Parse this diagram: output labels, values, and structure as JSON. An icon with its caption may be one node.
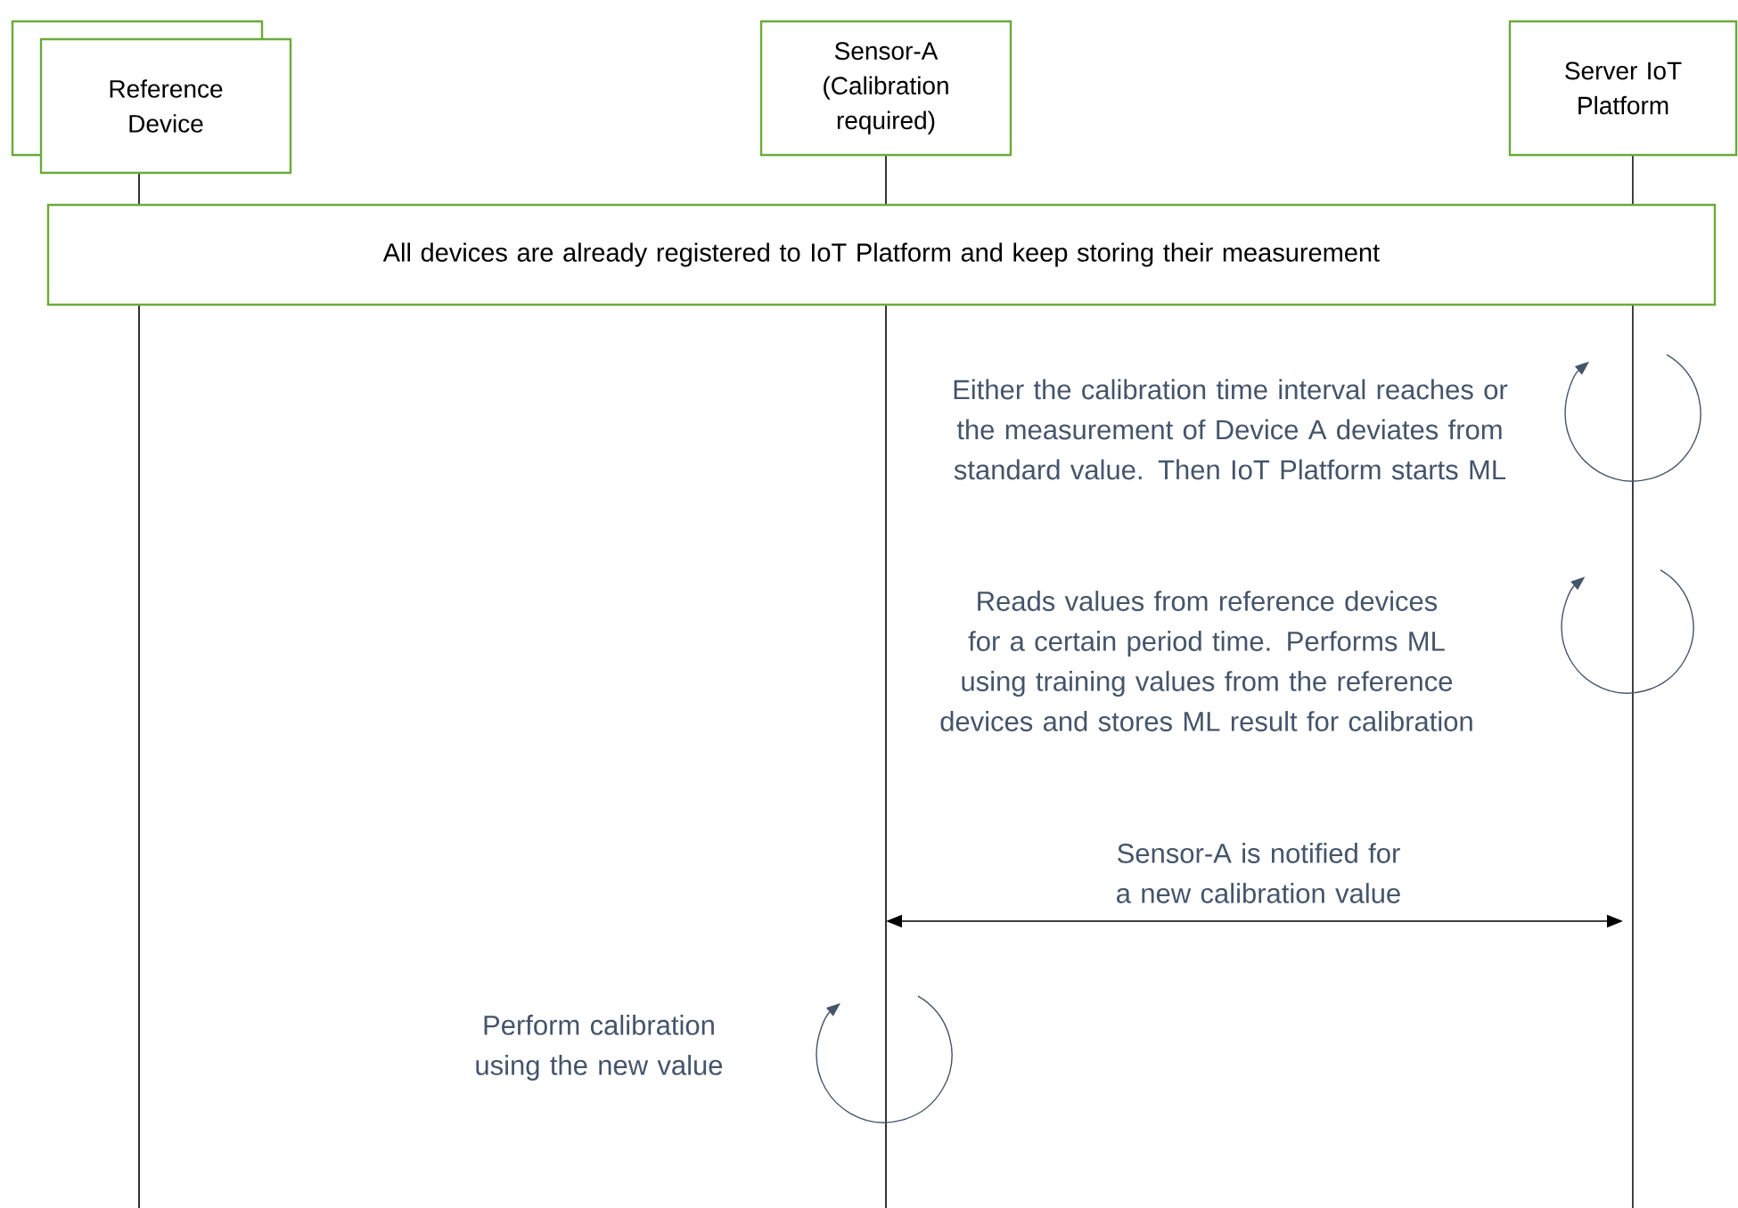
{
  "diagram": {
    "nodes": [
      {
        "text": [
          "Reference Device"
        ]
      },
      {
        "text": [
          "Sensor-A (Calibration required)"
        ]
      },
      {
        "text": [
          "Server IoT Platform"
        ]
      },
      {
        "text": [
          "All devices are already registered to IoT Platform and keep storing their measurement"
        ]
      }
    ],
    "edges": [
      {
        "from": 1,
        "to": 2,
        "arrow": "both",
        "label": "Sensor-A is notified for a new calibration value"
      }
    ],
    "labels": [
      "Either the calibration time interval reaches or the measurement of Device A deviates from standard value. Then IoT Platform starts ML",
      "Reads values from reference devices for a certain period time. Performs ML using training values from the reference devices and stores ML result for calibration",
      "Perform calibration using the new value"
    ]
  }
}
